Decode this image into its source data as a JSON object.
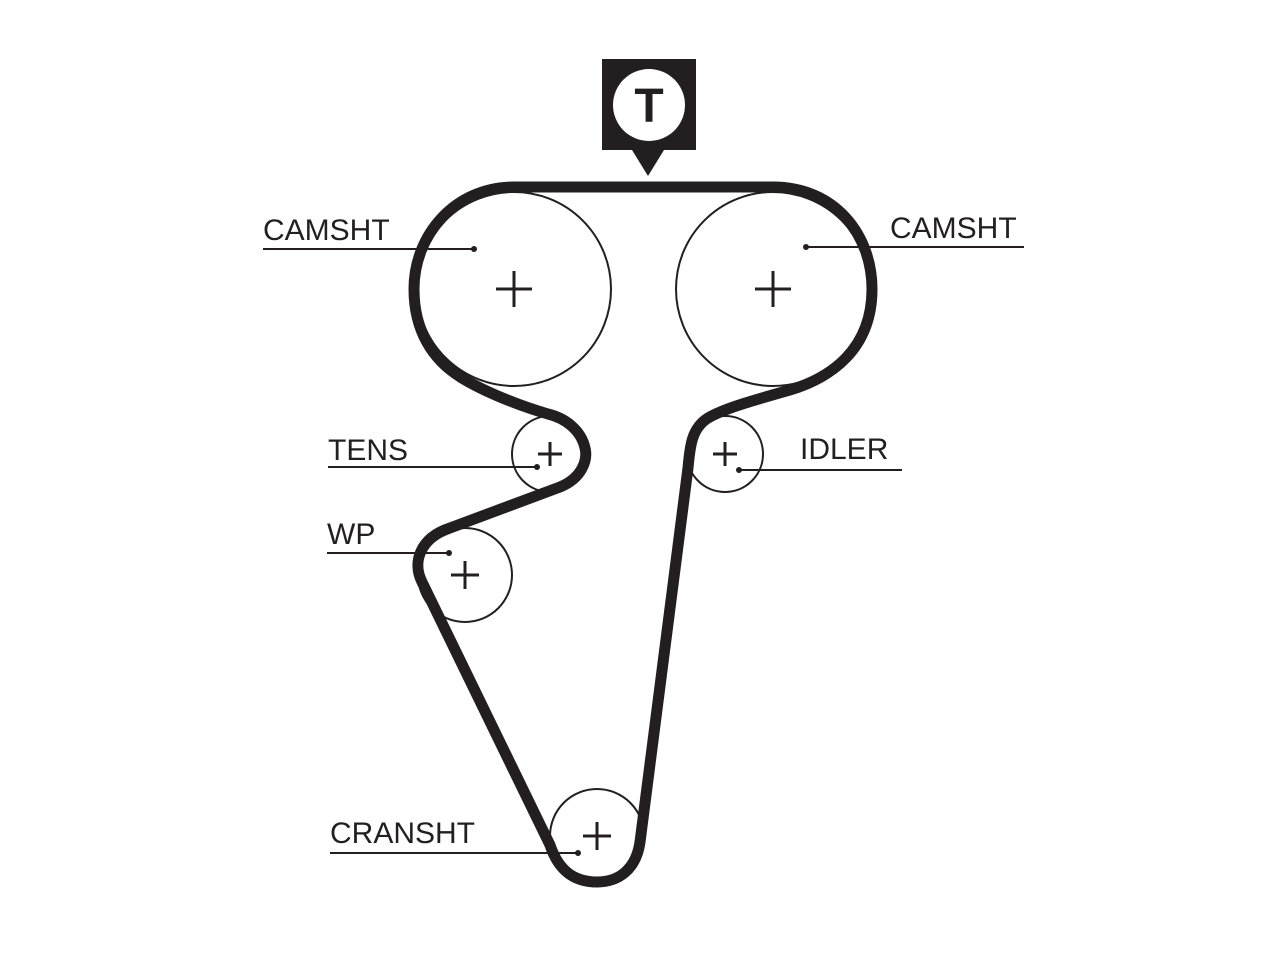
{
  "diagram": {
    "marker": {
      "letter": "T"
    },
    "labels": {
      "camshaft_left": "CAMSHT",
      "camshaft_right": "CAMSHT",
      "tensioner": "TENS",
      "idler": "IDLER",
      "water_pump": "WP",
      "crankshaft": "CRANSHT"
    },
    "colors": {
      "belt": "#231f20",
      "pulley": "#231f20",
      "background": "#ffffff"
    }
  }
}
